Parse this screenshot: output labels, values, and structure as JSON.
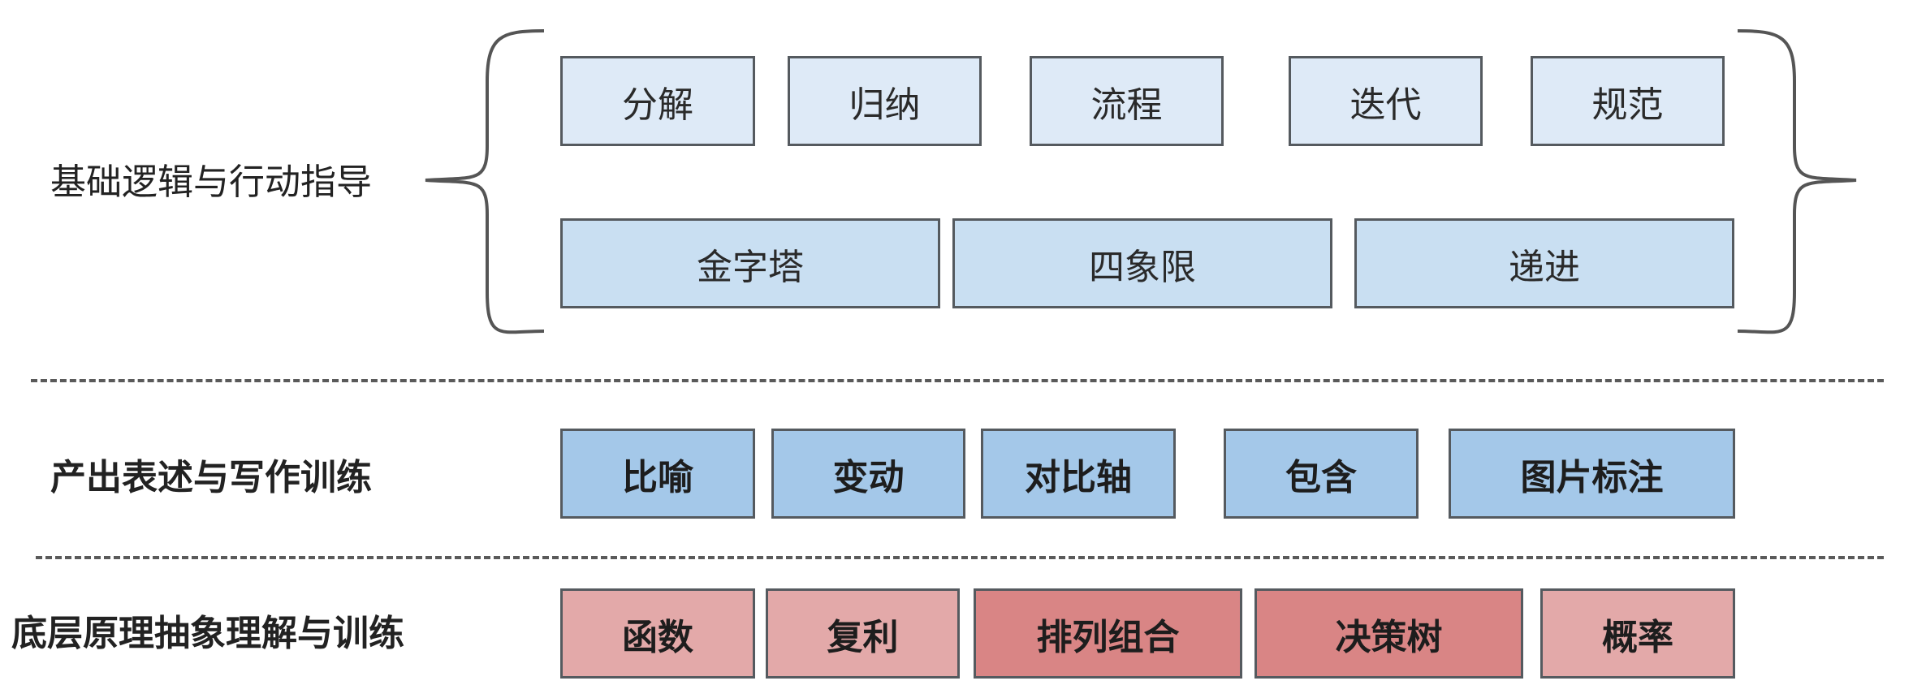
{
  "sections": {
    "logic": {
      "label": "基础逻辑与行动指导",
      "row1": [
        "分解",
        "归纳",
        "流程",
        "迭代",
        "规范"
      ],
      "row2": [
        "金字塔",
        "四象限",
        "递进"
      ]
    },
    "expression": {
      "label": "产出表述与写作训练",
      "items": [
        "比喻",
        "变动",
        "对比轴",
        "包含",
        "图片标注"
      ]
    },
    "principles": {
      "label": "底层原理抽象理解与训练",
      "items": [
        "函数",
        "复利",
        "排列组合",
        "决策树",
        "概率"
      ]
    }
  },
  "colors": {
    "box_border": "#555a5f",
    "logic_row1_fill": "#deeaf7",
    "logic_row2_fill": "#c9dff2",
    "expression_fill": "#a4c8e9",
    "principles_fill_light": "#e3a9a9",
    "principles_fill_dark": "#d98585",
    "divider": "#5a5a5a"
  }
}
